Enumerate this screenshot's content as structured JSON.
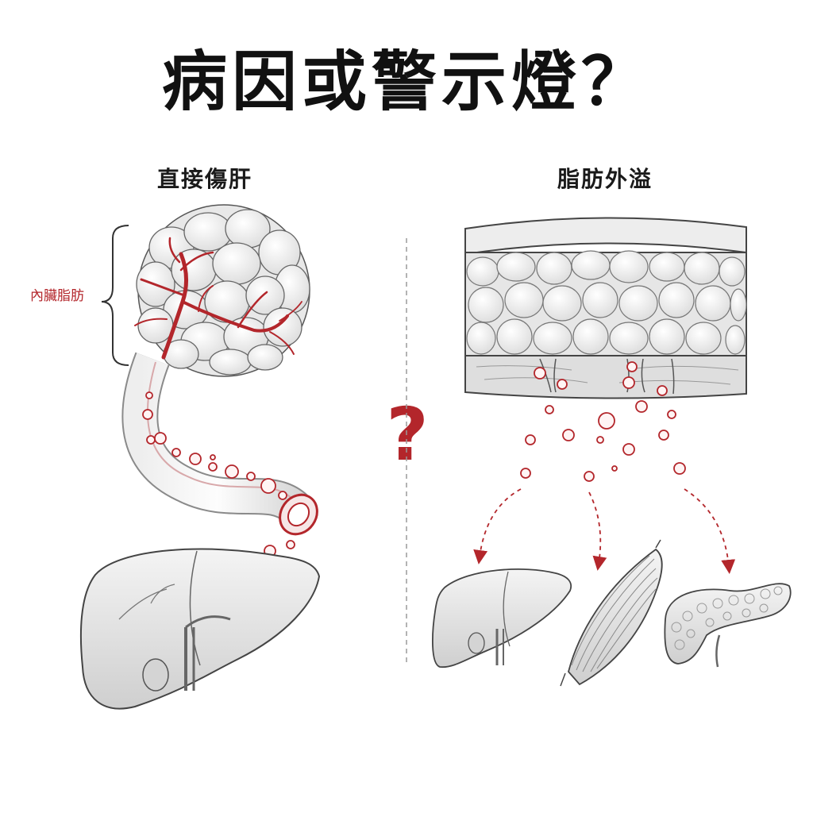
{
  "title": "病因或警示燈？",
  "left_panel": {
    "heading": "直接傷肝",
    "bracket_label": "內臟脂肪"
  },
  "right_panel": {
    "heading": "脂肪外溢"
  },
  "divider_symbol": "?",
  "colors": {
    "accent_red": "#b3262b",
    "ink": "#1a1a1a",
    "sketch_gray": "#8a8a8a"
  }
}
